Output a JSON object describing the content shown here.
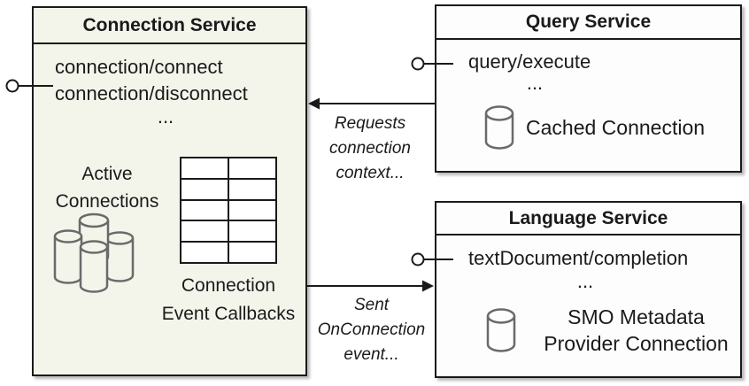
{
  "diagram": {
    "connection_service": {
      "title": "Connection Service",
      "method_1": "connection/connect",
      "method_2": "connection/disconnect",
      "ellipsis": "...",
      "active_connections_label": "Active Connections",
      "callbacks_label": "Connection Event Callbacks",
      "cylinders_icon": "connection-pool-cylinders",
      "table_icon": "callback-table-grid"
    },
    "query_service": {
      "title": "Query Service",
      "method_1": "query/execute",
      "ellipsis": "...",
      "resource_label": "Cached Connection",
      "resource_icon": "database-cylinder"
    },
    "language_service": {
      "title": "Language Service",
      "method_1": "textDocument/completion",
      "ellipsis": "...",
      "resource_label": "SMO Metadata Provider Connection",
      "resource_icon": "database-cylinder"
    },
    "arrows": {
      "query_to_connection_label": "Requests connection context...",
      "connection_to_language_label": "Sent OnConnection event..."
    },
    "colors": {
      "connection_fill": "#f3f5eb",
      "service_fill": "#fdfdfd",
      "border": "#1a1a1a",
      "icon_stroke": "#6a6a6a"
    }
  }
}
